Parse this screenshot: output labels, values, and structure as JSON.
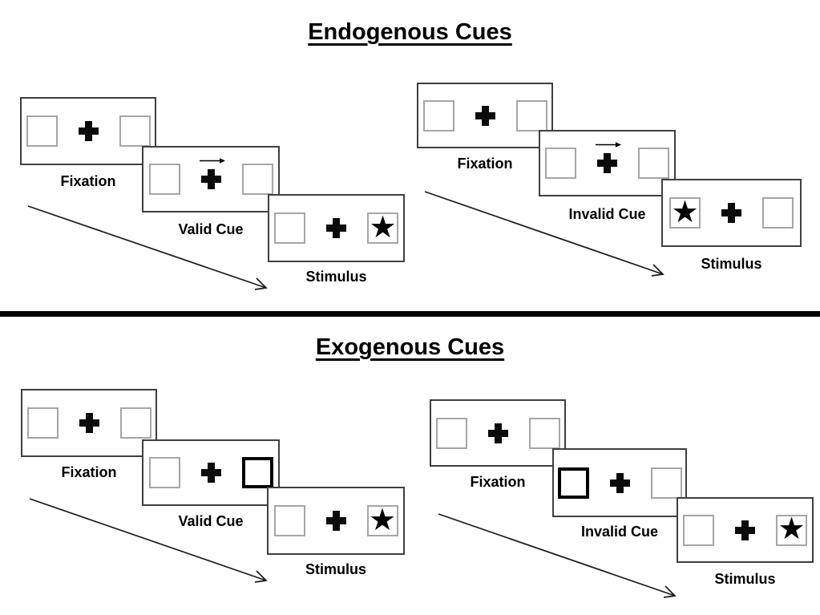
{
  "figure": {
    "type": "posner-cueing-paradigm-diagram"
  },
  "glyphs": {
    "star": "★"
  },
  "colors": {
    "background": "#ffffff",
    "ink": "#000000",
    "panel_border": "#3f3f3f",
    "placeholder_box_border": "#a6a6a6",
    "peripheral_cue_border": "#000000",
    "divider": "#000000"
  },
  "sections": [
    {
      "title": "Endogenous Cues",
      "cue_style": "central arrow above fixation cross",
      "trials": [
        {
          "name": "valid",
          "fixation_label": "Fixation",
          "cue_label": "Valid Cue",
          "stimulus_label": "Stimulus",
          "cue_type": "central-arrow-right",
          "stimulus_star_side": "right"
        },
        {
          "name": "invalid",
          "fixation_label": "Fixation",
          "cue_label": "Invalid Cue",
          "stimulus_label": "Stimulus",
          "cue_type": "central-arrow-right",
          "stimulus_star_side": "left"
        }
      ]
    },
    {
      "title": "Exogenous Cues",
      "cue_style": "peripheral box brightening (bold outline)",
      "trials": [
        {
          "name": "valid",
          "fixation_label": "Fixation",
          "cue_label": "Valid Cue",
          "stimulus_label": "Stimulus",
          "cue_type": "peripheral-highlight-right",
          "stimulus_star_side": "right"
        },
        {
          "name": "invalid",
          "fixation_label": "Fixation",
          "cue_label": "Invalid Cue",
          "stimulus_label": "Stimulus",
          "cue_type": "peripheral-highlight-left",
          "stimulus_star_side": "right"
        }
      ]
    }
  ]
}
